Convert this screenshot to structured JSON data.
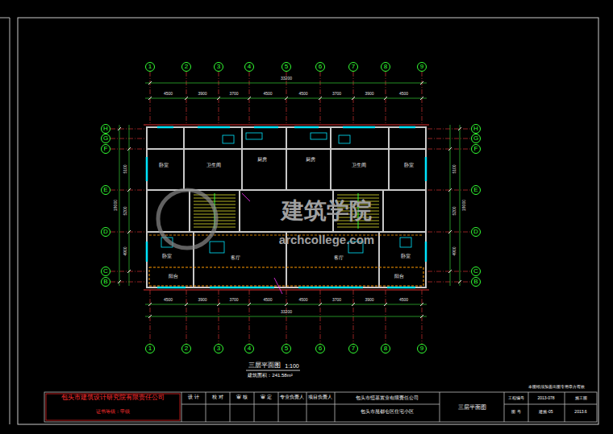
{
  "diagram": {
    "title": "三层平面图",
    "nodes": [
      {
        "text": [
          "1"
        ]
      },
      {
        "text": [
          "2"
        ]
      },
      {
        "text": [
          "3"
        ]
      },
      {
        "text": [
          "4"
        ]
      },
      {
        "text": [
          "5"
        ]
      },
      {
        "text": [
          "6"
        ]
      },
      {
        "text": [
          "7"
        ]
      },
      {
        "text": [
          "8"
        ]
      },
      {
        "text": [
          "9"
        ]
      },
      {
        "text": [
          "1"
        ]
      },
      {
        "text": [
          "2"
        ]
      },
      {
        "text": [
          "3"
        ]
      },
      {
        "text": [
          "4"
        ]
      },
      {
        "text": [
          "5"
        ]
      },
      {
        "text": [
          "6"
        ]
      },
      {
        "text": [
          "7"
        ]
      },
      {
        "text": [
          "8"
        ]
      },
      {
        "text": [
          "9"
        ]
      },
      {
        "text": [
          "H"
        ]
      },
      {
        "text": [
          "G"
        ]
      },
      {
        "text": [
          "F"
        ]
      },
      {
        "text": [
          "E"
        ]
      },
      {
        "text": [
          "D"
        ]
      },
      {
        "text": [
          "C"
        ]
      },
      {
        "text": [
          "B"
        ]
      },
      {
        "text": [
          "H"
        ]
      },
      {
        "text": [
          "G"
        ]
      },
      {
        "text": [
          "F"
        ]
      },
      {
        "text": [
          "E"
        ]
      },
      {
        "text": [
          "D"
        ]
      },
      {
        "text": [
          "C"
        ]
      },
      {
        "text": [
          "B"
        ]
      }
    ],
    "labels": [
      "1:100",
      "建筑面积：241.58m²",
      "建筑学院",
      "archcollege.com",
      "4500",
      "3900",
      "3700",
      "4500",
      "4500",
      "3700",
      "3900",
      "4500",
      "33200",
      "4500",
      "3900",
      "3700",
      "4500",
      "4500",
      "3700",
      "3900",
      "4500",
      "33200",
      "5100",
      "5200",
      "4900",
      "19000",
      "5100",
      "5200",
      "4900",
      "19000",
      "卧室",
      "卫生间",
      "厨房",
      "厨房",
      "卫生间",
      "卧室",
      "卧室",
      "客厅",
      "客厅",
      "卧室",
      "阳台",
      "阳台",
      "包头市建筑设计研究院有限责任公司",
      "证书等级：甲级",
      "设 计",
      "校 对",
      "审 核",
      "审 定",
      "专业负责人",
      "项目负责人",
      "包头市恒基置业有限责任公司",
      "包头市昆都仑区住宅小区",
      "三层平面图",
      "工程编号",
      "2013-078",
      "施工图",
      "图 号",
      "建施-05",
      "2013.6",
      "本图纸须加盖出图专用章方有效"
    ]
  }
}
